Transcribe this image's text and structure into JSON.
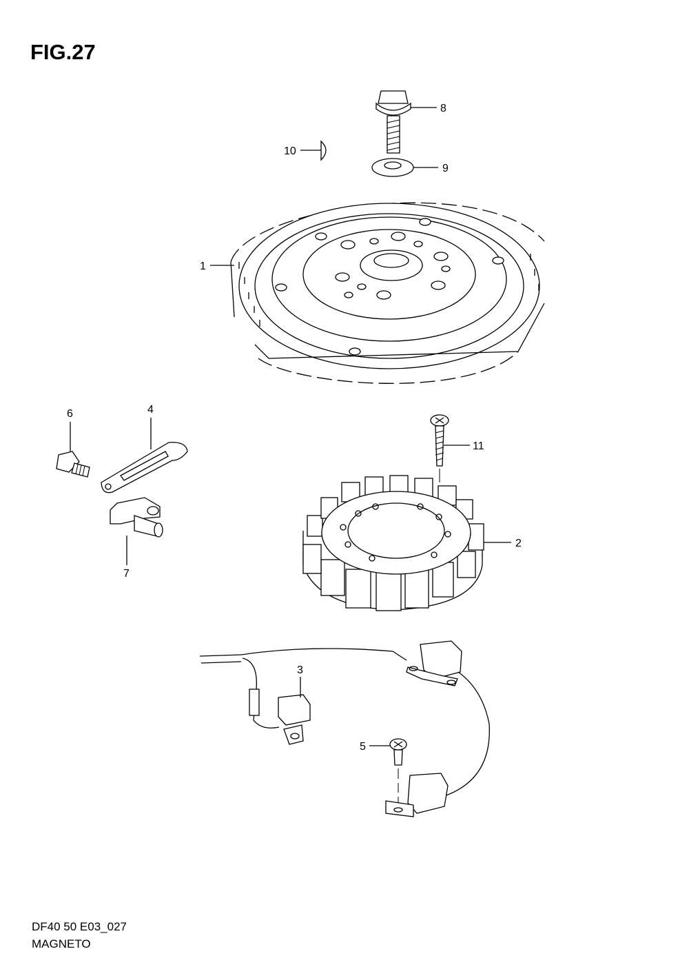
{
  "figure": {
    "title": "FIG.27"
  },
  "footer": {
    "code": "DF40 50 E03_027",
    "name": "MAGNETO"
  },
  "callouts": [
    {
      "id": "1",
      "label": "1"
    },
    {
      "id": "2",
      "label": "2"
    },
    {
      "id": "3",
      "label": "3"
    },
    {
      "id": "4",
      "label": "4"
    },
    {
      "id": "5",
      "label": "5"
    },
    {
      "id": "6",
      "label": "6"
    },
    {
      "id": "7",
      "label": "7"
    },
    {
      "id": "8",
      "label": "8"
    },
    {
      "id": "9",
      "label": "9"
    },
    {
      "id": "10",
      "label": "10"
    },
    {
      "id": "11",
      "label": "11"
    }
  ]
}
